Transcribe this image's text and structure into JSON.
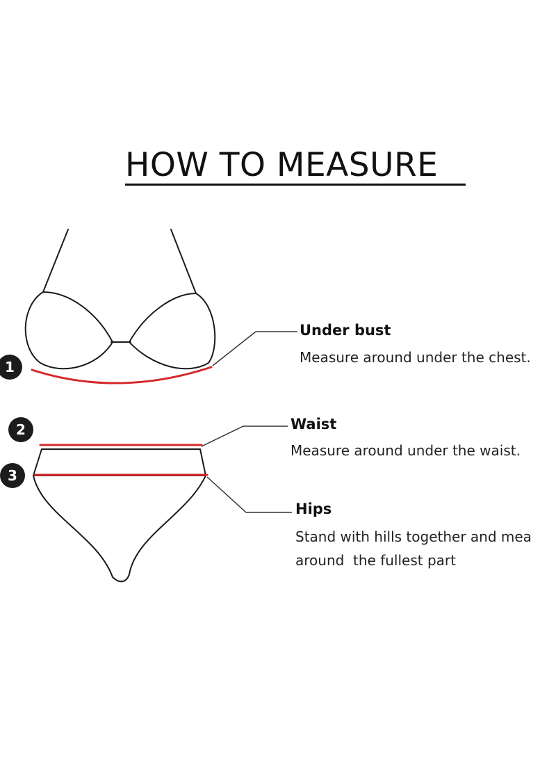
{
  "title": "HOW TO MEASURE",
  "colors": {
    "outline": "#1a1a1a",
    "measure_line": "#d62828",
    "badge": "#1c1c1c"
  },
  "markers": [
    {
      "number": "1",
      "heading": "Under bust",
      "description": [
        "Measure around under the chest."
      ]
    },
    {
      "number": "2",
      "heading": "Waist",
      "description": [
        "Measure around under the waist."
      ]
    },
    {
      "number": "3",
      "heading": "Hips",
      "description": [
        "Stand with hills together and mea",
        "around  the fullest part"
      ]
    }
  ]
}
